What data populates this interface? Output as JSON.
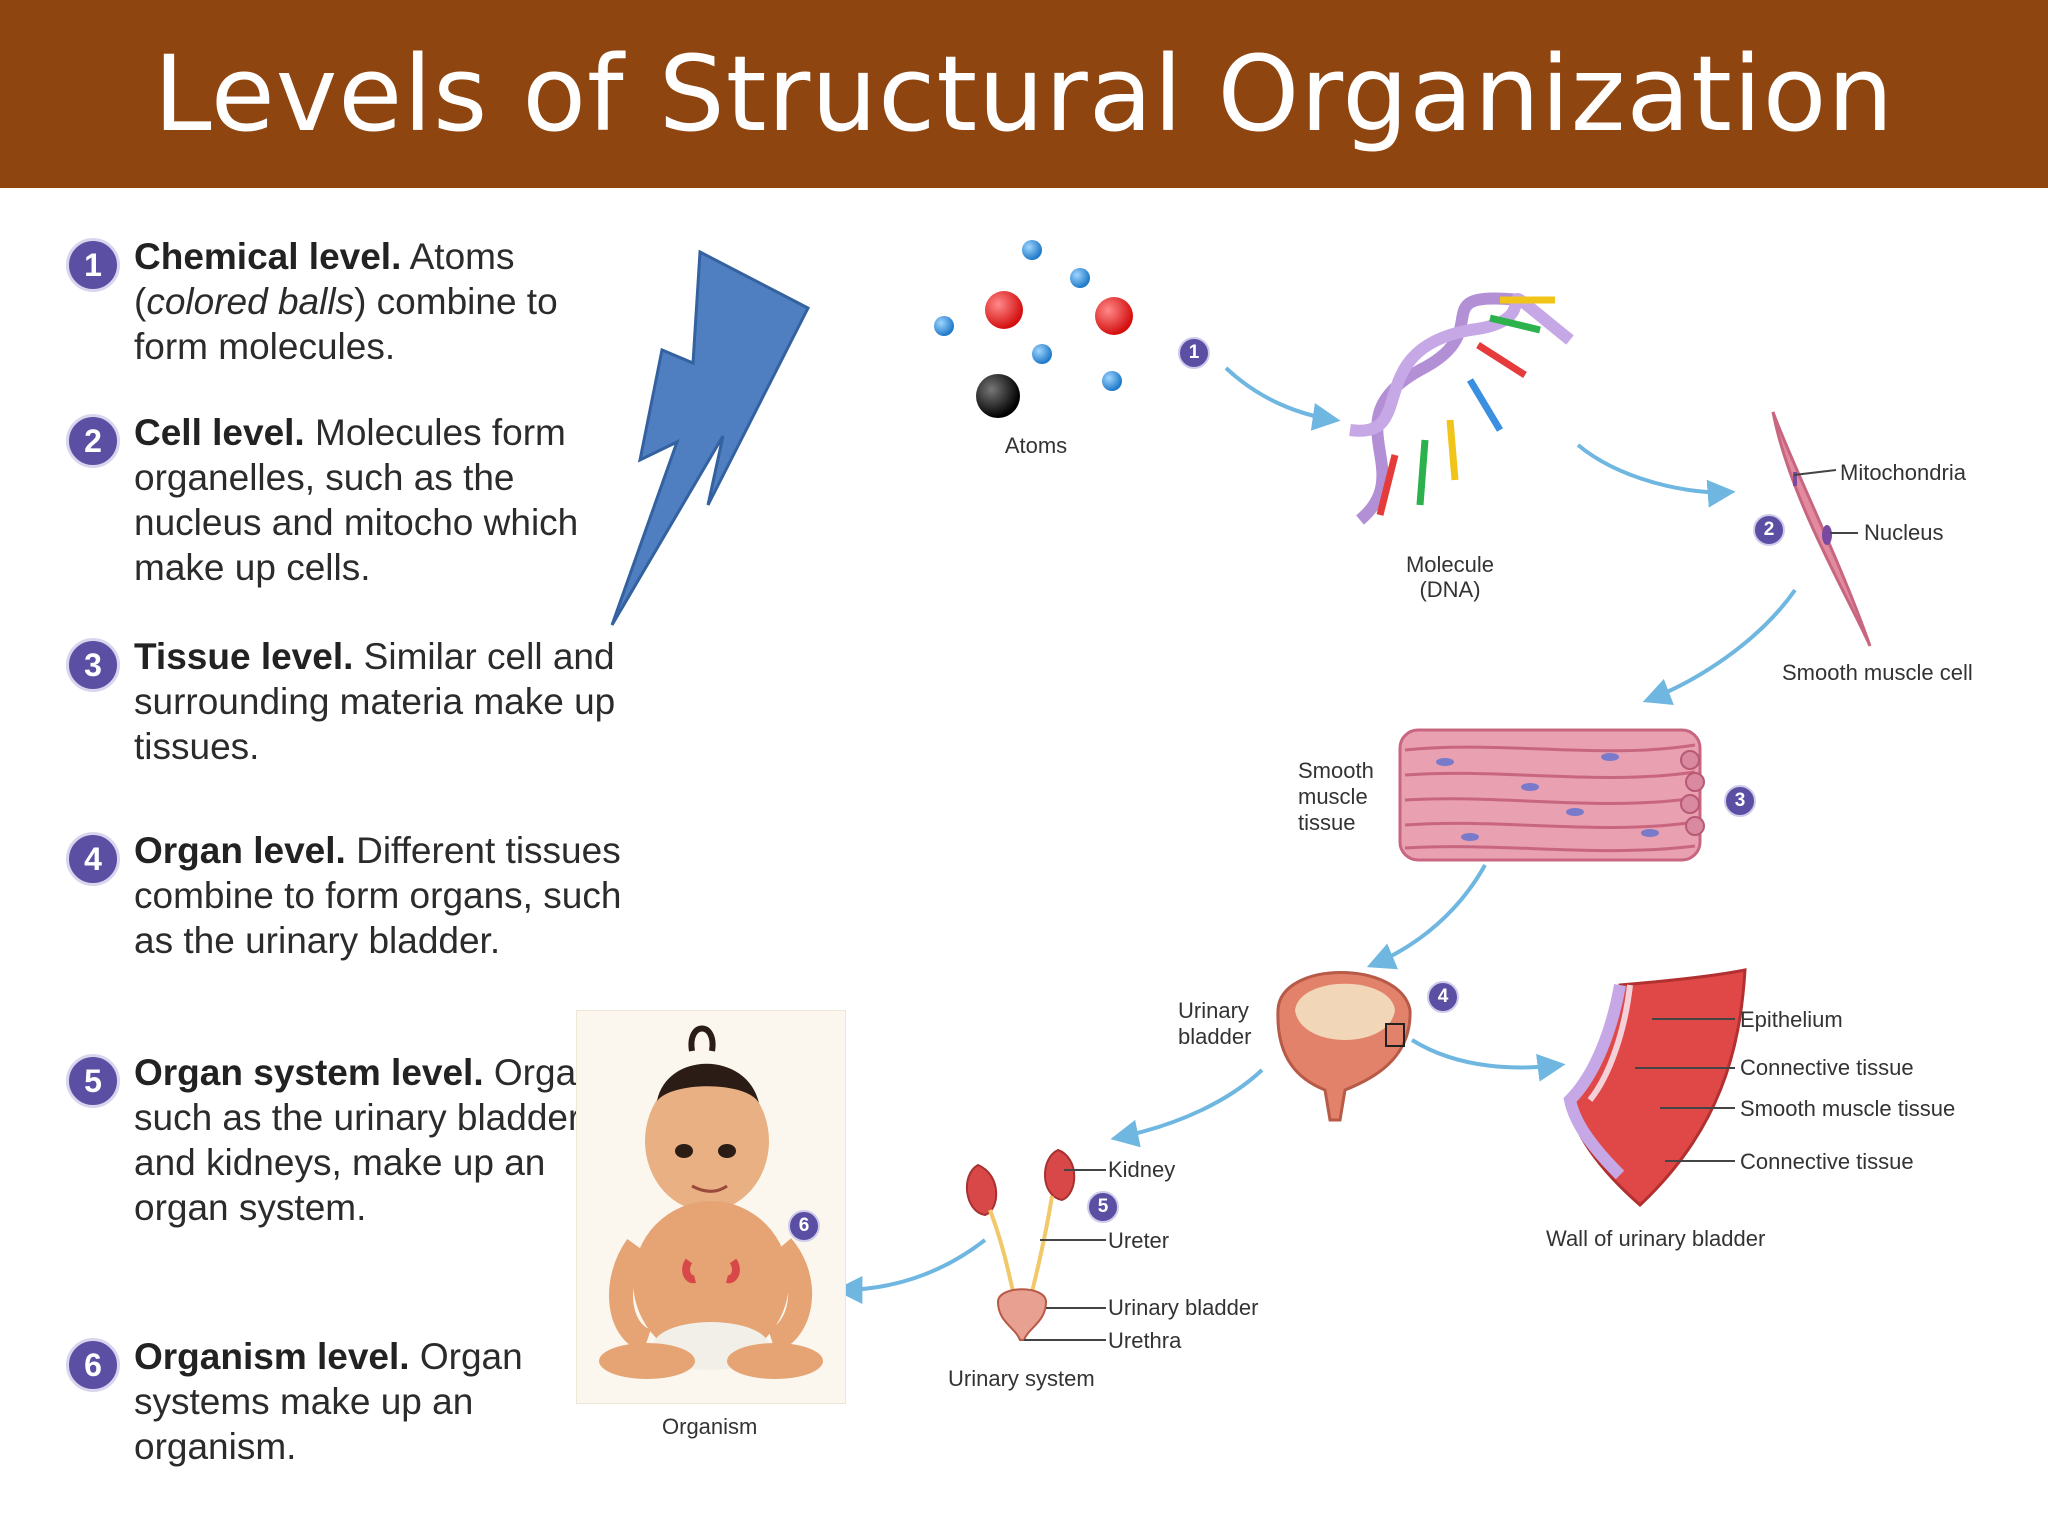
{
  "title": "Levels of Structural Organization",
  "levels": [
    {
      "num": "1",
      "head": "Chemical level.",
      "text_a": " Atoms (",
      "italic": "colored balls",
      "text_b": ") combine to form molecules."
    },
    {
      "num": "2",
      "head": "Cell level.",
      "text": " Molecules form organelles, such as the nucleus and mitocho which make up cells."
    },
    {
      "num": "3",
      "head": "Tissue level.",
      "text": " Similar cell and surrounding materia make up tissues."
    },
    {
      "num": "4",
      "head": "Organ level.",
      "text": " Different tissues combine to form organs, such as the urinary bladder."
    },
    {
      "num": "5",
      "head": "Organ system level.",
      "text": " Organs, such as the urinary bladder and kidneys, make up an organ system."
    },
    {
      "num": "6",
      "head": "Organism level.",
      "text": " Organ systems make up an organism."
    }
  ],
  "diagram": {
    "atoms": "Atoms",
    "molecule": "Molecule",
    "molecule_sub": "(DNA)",
    "mitochondria": "Mitochondria",
    "nucleus": "Nucleus",
    "smooth_muscle_cell": "Smooth muscle cell",
    "smooth_muscle_tissue": [
      "Smooth",
      "muscle",
      "tissue"
    ],
    "urinary_bladder": [
      "Urinary",
      "bladder"
    ],
    "epithelium": "Epithelium",
    "connective_tissue_1": "Connective tissue",
    "smooth_muscle_tissue_layer": "Smooth muscle tissue",
    "connective_tissue_2": "Connective tissue",
    "wall_of_bladder": "Wall of urinary bladder",
    "kidney": "Kidney",
    "ureter": "Ureter",
    "urinary_bladder_2": "Urinary bladder",
    "urethra": "Urethra",
    "urinary_system": "Urinary system",
    "organism": "Organism",
    "step_badges": [
      "1",
      "2",
      "3",
      "4",
      "5",
      "6"
    ]
  },
  "colors": {
    "header": "#8f4510",
    "badge": "#5b4fa3",
    "bolt": "#4f7fc0",
    "arrow": "#6fb7e0",
    "muscle": "#e28aa0"
  },
  "icons": [
    "lightning-bolt-icon"
  ]
}
